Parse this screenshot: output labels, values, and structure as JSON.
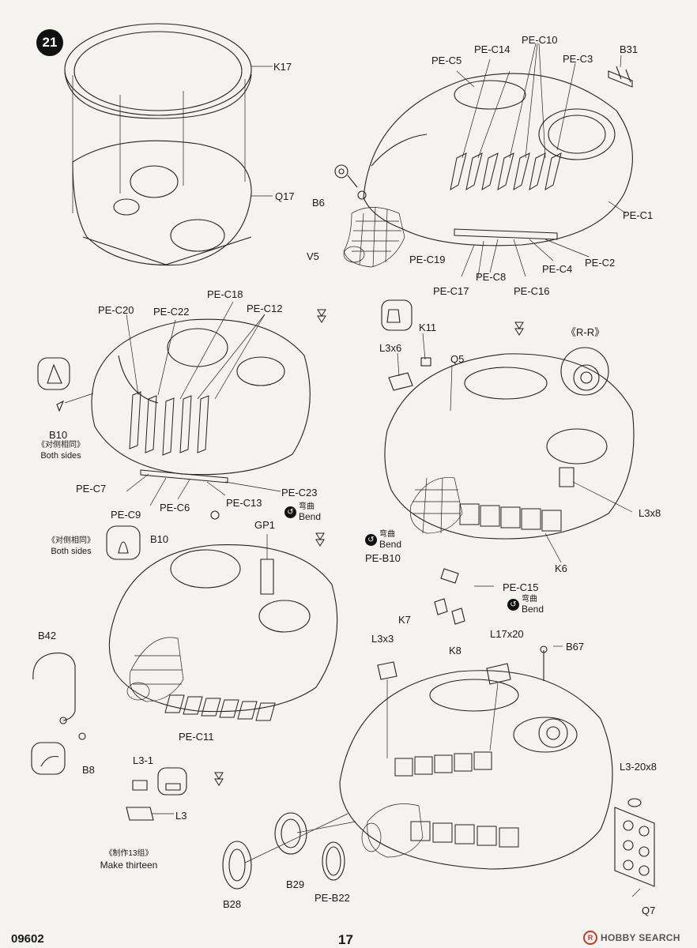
{
  "step": "21",
  "labels": {
    "K17": "K17",
    "Q17": "Q17",
    "PE_C5": "PE-C5",
    "PE_C14": "PE-C14",
    "PE_C10": "PE-C10",
    "PE_C3": "PE-C3",
    "B31": "B31",
    "B6": "B6",
    "PE_C1": "PE-C1",
    "V5": "V5",
    "PE_C19": "PE-C19",
    "PE_C4": "PE-C4",
    "PE_C2": "PE-C2",
    "PE_C8": "PE-C8",
    "PE_C17": "PE-C17",
    "PE_C16": "PE-C16",
    "PE_C20": "PE-C20",
    "PE_C22": "PE-C22",
    "PE_C18": "PE-C18",
    "PE_C12": "PE-C12",
    "B10_top": "B10",
    "PE_C7": "PE-C7",
    "PE_C9": "PE-C9",
    "PE_C6": "PE-C6",
    "PE_C13": "PE-C13",
    "PE_C23": "PE-C23",
    "B10_mid": "B10",
    "K11": "K11",
    "L3x6": "L3x6",
    "Q5": "Q5",
    "RR": "《R-R》",
    "L3x8": "L3x8",
    "K6": "K6",
    "GP1": "GP1",
    "PE_B10": "PE-B10",
    "PE_C15": "PE-C15",
    "K7": "K7",
    "K8": "K8",
    "B42": "B42",
    "B8": "B8",
    "PE_C11": "PE-C11",
    "L3x3": "L3x3",
    "L17x20": "L17x20",
    "B67": "B67",
    "L3_1": "L3-1",
    "L3": "L3",
    "L3_20x8": "L3-20x8",
    "B28": "B28",
    "B29": "B29",
    "PE_B22": "PE-B22",
    "Q7": "Q7"
  },
  "notes": {
    "both_sides_cn": "《对侧相同》",
    "both_sides_en": "Both sides",
    "both_sides2_cn": "《对侧相同》",
    "both_sides2_en": "Both sides",
    "make13_cn": "《制作13组》",
    "make13_en": "Make thirteen",
    "bend_cn": "弯曲",
    "bend_en": "Bend"
  },
  "footer": {
    "code": "09602",
    "page": "17",
    "watermark": "HOBBY SEARCH",
    "reg": "R"
  }
}
